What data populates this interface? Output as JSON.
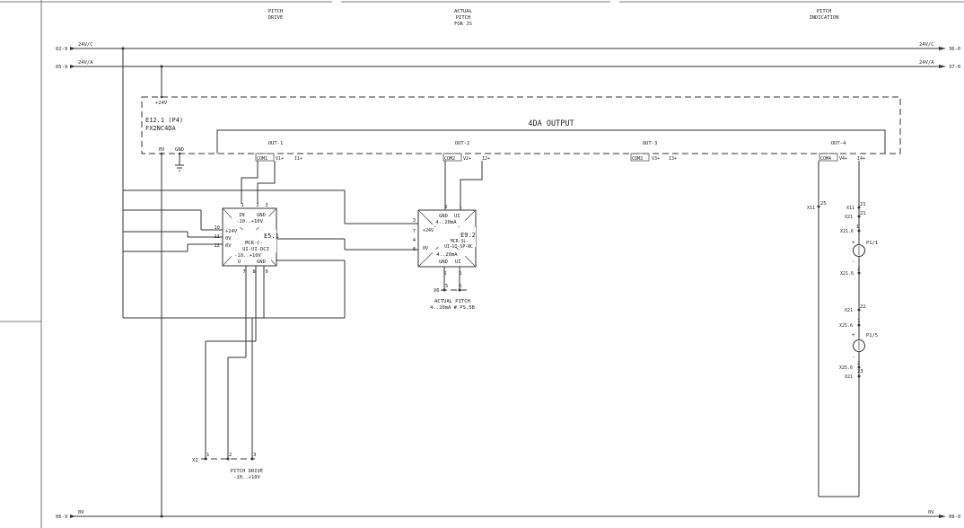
{
  "headers": {
    "pitch_drive": [
      "PITCH",
      "DRIVE"
    ],
    "actual_pitch": [
      "ACTUAL",
      "PITCH",
      "FOR JS"
    ],
    "pitch_indication": [
      "PITCH",
      "INDICATION"
    ]
  },
  "rails": {
    "r1": {
      "left_ref": "02-9",
      "label": "24V/C",
      "right_label": "24V/C",
      "right_ref": "36-0"
    },
    "r2": {
      "left_ref": "05-9",
      "label": "24V/A",
      "right_label": "24V/A",
      "right_ref": "37-0"
    },
    "r3": {
      "left_ref": "06-9",
      "label": "0V",
      "right_label": "0V",
      "right_ref": "08-0"
    }
  },
  "plc": {
    "supply": "+24V",
    "name": "E12.1 (P4)",
    "model": "FX2NC4DA",
    "title": "4DA OUTPUT",
    "ov": "0V",
    "gnd": "GND",
    "channels": [
      {
        "label": "OUT-1",
        "terms": [
          "COM1",
          "V1+",
          "I1+"
        ]
      },
      {
        "label": "OUT-2",
        "terms": [
          "COM2",
          "V2+",
          "I2+"
        ]
      },
      {
        "label": "OUT-3",
        "terms": [
          "COM3",
          "V3+",
          "I3+"
        ]
      },
      {
        "label": "OUT-4",
        "terms": [
          "COM4",
          "V4+",
          "I4+"
        ]
      }
    ]
  },
  "e51": {
    "name": "E5.1",
    "model": "MCR-C-",
    "model2": "UI-UI-DCI",
    "in_label": "IN",
    "in_range": "-10..+10V",
    "gnd": "GND",
    "supply": "+24V",
    "ov": "0V",
    "ov2": "0V",
    "out_range": "-10..+10V",
    "u": "U",
    "gnd2": "GND",
    "pins_top": [
      "1",
      "2",
      "3"
    ],
    "pins_left": [
      "10",
      "11",
      "12"
    ],
    "pins_bottom": [
      "7",
      "8",
      "9"
    ]
  },
  "e92": {
    "name": "E9.2",
    "gnd": "GND",
    "ui": "UI",
    "in_range": "4..20mA",
    "supply": "+24V",
    "ov": "0V",
    "model": "MCR-SL-",
    "model2": "UI-UI-SP-NC",
    "out_range": "4..20mA",
    "gnd2": "GND",
    "ui2": "UI",
    "pins_top": [
      "2",
      "1"
    ],
    "pins_left": [
      "3",
      "7",
      "4",
      "8"
    ],
    "pins_bottom": [
      "6",
      "5"
    ]
  },
  "x6": {
    "ref": "X6",
    "pins": [
      "5",
      "6"
    ],
    "caption": [
      "ACTUAL PITCH",
      "4..20mA # PS.5B"
    ]
  },
  "x2": {
    "ref": "X2",
    "pins": [
      "1",
      "2",
      "3"
    ],
    "caption": [
      "PITCH DRIVE",
      "-10..+10V"
    ]
  },
  "indicator": {
    "x11_ref": "X11",
    "x11_pin": "25",
    "x11b_ref": "X11",
    "x11b_pin": "21",
    "x21_ref": "X21",
    "x21_pin": "21",
    "x216_ref": "X21.6",
    "x216_pin": "1",
    "p1_ref": "P1/1",
    "plus": "+",
    "minus": "-",
    "x216b_ref": "X21.6",
    "x216b_pin": "2",
    "x21b_ref": "X21",
    "x21b_pin": "22",
    "x256_ref": "X25.6",
    "x256_pin": "1",
    "p5_ref": "P1/5",
    "plus2": "+",
    "minus2": "-",
    "x256b_ref": "X25.6",
    "x256b_pin": "2",
    "x21c_ref": "X21",
    "x21c_pin": "23"
  }
}
